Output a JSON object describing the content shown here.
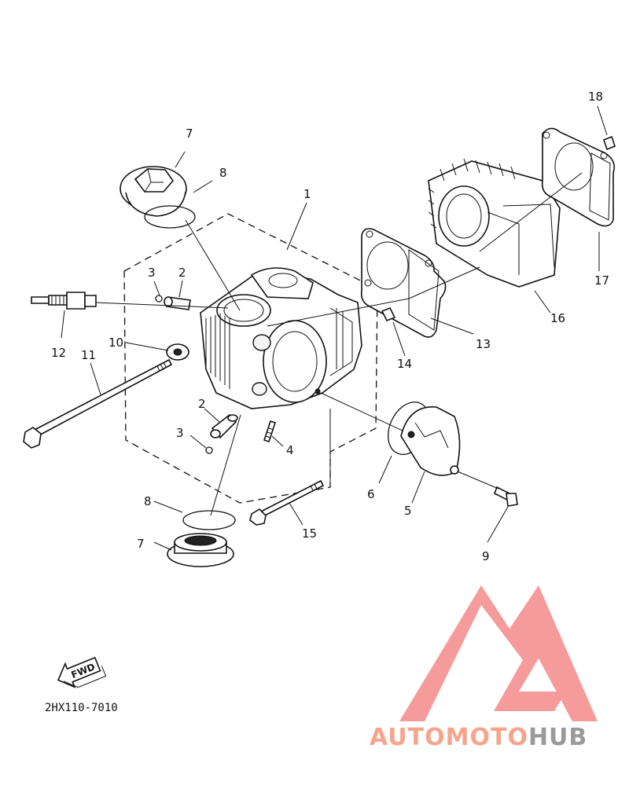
{
  "callouts": [
    "1",
    "2",
    "2",
    "3",
    "3",
    "4",
    "5",
    "6",
    "7",
    "7",
    "8",
    "8",
    "9",
    "10",
    "11",
    "12",
    "13",
    "14",
    "15",
    "16",
    "17",
    "18"
  ],
  "fwd_label": "FWD",
  "diagram_code": "2HX110-7010",
  "watermark": {
    "part1": "AUTOMOTO",
    "part2": "HUB",
    "color_main": "#f6a58d",
    "color_second": "#9a9a9a",
    "logo_color": "#f58a8a"
  }
}
